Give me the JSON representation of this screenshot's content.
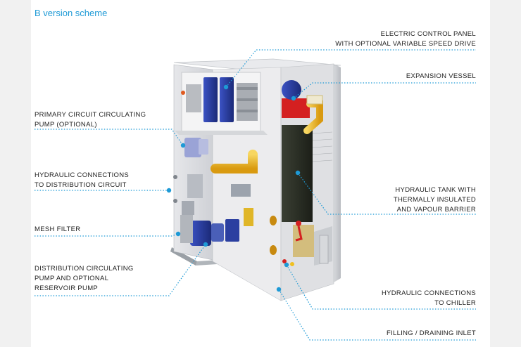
{
  "title": "B version scheme",
  "labels": {
    "control_panel": [
      "ELECTRIC CONTROL PANEL",
      "WITH OPTIONAL VARIABLE SPEED DRIVE"
    ],
    "expansion_vessel": [
      "EXPANSION VESSEL"
    ],
    "primary_pump": [
      "PRIMARY CIRCUIT CIRCULATING",
      "PUMP (OPTIONAL)"
    ],
    "hydraulic_distribution": [
      "HYDRAULIC CONNECTIONS",
      "TO DISTRIBUTION CIRCUIT"
    ],
    "hydraulic_tank": [
      "HYDRAULIC TANK WITH",
      "THERMALLY INSULATED",
      "AND VAPOUR BARRIER"
    ],
    "mesh_filter": [
      "MESH FILTER"
    ],
    "distribution_pump": [
      "DISTRIBUTION CIRCULATING",
      "PUMP AND OPTIONAL",
      "RESERVOIR PUMP"
    ],
    "hydraulic_chiller": [
      "HYDRAULIC CONNECTIONS",
      "TO CHILLER"
    ],
    "filling_inlet": [
      "FILLING / DRAINING INLET"
    ]
  },
  "colors": {
    "accent": "#1e9ad6",
    "leader": "#1e9ad6",
    "pipe_yellow": "#f0c020",
    "pump_blue": "#2a3d9c",
    "valve_red": "#d42020",
    "tank_dark": "#2b3024"
  }
}
